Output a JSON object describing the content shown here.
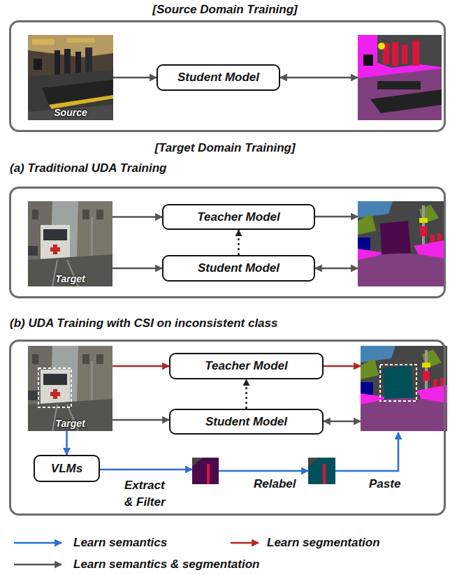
{
  "diagram": {
    "nodes": [
      {
        "text": [
          "[Source Domain Training]"
        ]
      },
      {
        "text": [
          "Source"
        ],
        "in": 0
      },
      {
        "text": [
          "Student Model"
        ],
        "in": 0
      },
      {
        "text": [
          "(a) Traditional UDA Training"
        ]
      },
      {
        "text": [
          "Target"
        ],
        "in": 3
      },
      {
        "text": [
          "Teacher Model"
        ],
        "in": 3
      },
      {
        "text": [
          "Student Model"
        ],
        "in": 3
      },
      {
        "text": [
          "(b) UDA Training with CSI on inconsistent class"
        ]
      },
      {
        "text": [
          "Target"
        ],
        "in": 7
      },
      {
        "text": [
          "Teacher Model"
        ],
        "in": 7
      },
      {
        "text": [
          "Student Model"
        ],
        "in": 7
      },
      {
        "text": [
          "VLMs"
        ],
        "in": 7
      }
    ],
    "edges": [
      {
        "from": 1,
        "to": 2,
        "arrow": "to"
      },
      {
        "from": 4,
        "to": 5,
        "arrow": "to"
      },
      {
        "from": 4,
        "to": 6,
        "arrow": "to"
      },
      {
        "from": 6,
        "to": 5,
        "arrow": "to"
      },
      {
        "from": 8,
        "to": 9,
        "arrow": "to"
      },
      {
        "from": 8,
        "to": 10,
        "arrow": "to"
      },
      {
        "from": 10,
        "to": 9,
        "arrow": "to"
      },
      {
        "from": 8,
        "to": 11,
        "arrow": "to"
      }
    ],
    "labels": [
      "[Target Domain Training]",
      "Extract & Filter",
      "Relabel",
      "Paste"
    ],
    "legend": [
      {
        "text": "Learn semantics"
      },
      {
        "text": "Learn segmentation"
      },
      {
        "text": "Learn semantics & segmentation"
      }
    ]
  }
}
